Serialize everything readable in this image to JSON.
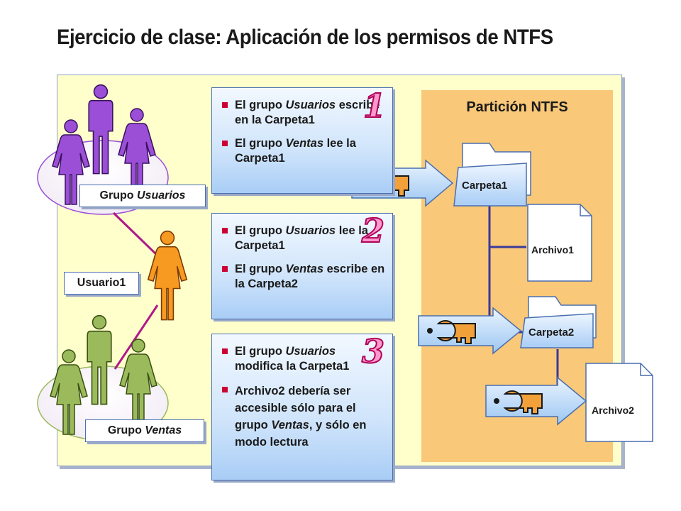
{
  "title": "Ejercicio de clase: Aplicación de los permisos de NTFS",
  "partition": {
    "title": "Partición NTFS"
  },
  "groups": {
    "usuarios": {
      "prefix": "Grupo ",
      "name": "Usuarios"
    },
    "ventas": {
      "prefix": "Grupo ",
      "name": "Ventas"
    },
    "user": "Usuario1"
  },
  "steps": [
    {
      "number": "1",
      "bullets": [
        {
          "a": "El grupo ",
          "i": "Usuarios",
          "b": " escribe en la Carpeta1"
        },
        {
          "a": "El grupo ",
          "i": "Ventas",
          "b": " lee la Carpeta1"
        }
      ]
    },
    {
      "number": "2",
      "bullets": [
        {
          "a": "El grupo ",
          "i": "Usuarios",
          "b": " lee la Carpeta1"
        },
        {
          "a": "El grupo ",
          "i": "Ventas",
          "b": " escribe en la Carpeta2"
        }
      ]
    },
    {
      "number": "3",
      "bullets": [
        {
          "a": "El grupo ",
          "i": "Usuarios",
          "b": " modifica la Carpeta1"
        },
        {
          "a": "Archivo2 debería ser accesible sólo para el grupo ",
          "i": "Ventas",
          "b": ", y sólo en modo lectura"
        }
      ]
    }
  ],
  "files": {
    "carpeta1": "Carpeta1",
    "archivo1": "Archivo1",
    "carpeta2": "Carpeta2",
    "archivo2": "Archivo2"
  },
  "colors": {
    "panel": "#ffffcc",
    "partition": "#f9c878",
    "purple_person": "#9a4fd6",
    "orange_person": "#f79a22",
    "green_person": "#9aba5c",
    "connector": "#b0188a",
    "tree_line": "#3a3a9a",
    "key": "#f2a03a",
    "number": "#ff99cc"
  },
  "icons": [
    "person-icon",
    "key-icon",
    "folder-icon",
    "document-icon",
    "arrow-icon"
  ]
}
